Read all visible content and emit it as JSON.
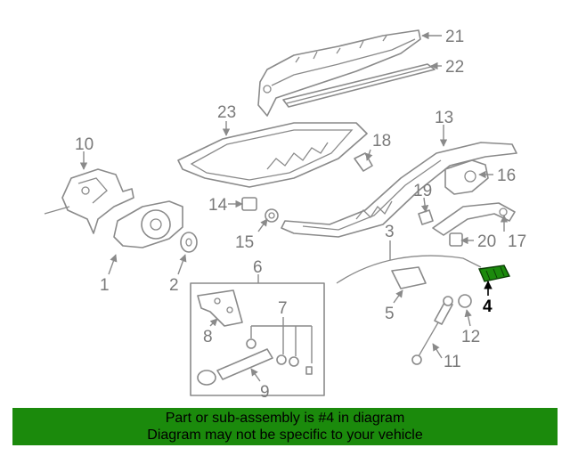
{
  "diagram": {
    "callouts": [
      "21",
      "22",
      "23",
      "13",
      "10",
      "18",
      "16",
      "19",
      "14",
      "15",
      "17",
      "20",
      "3",
      "1",
      "2",
      "6",
      "4",
      "5",
      "7",
      "8",
      "12",
      "11",
      "9"
    ],
    "highlight_part": "4",
    "highlight_color": "#1b8a0c"
  },
  "banner": {
    "line1": "Part or sub-assembly is #4 in diagram",
    "line2": "Diagram may not be specific to your vehicle",
    "color": "#1b8a0c"
  }
}
